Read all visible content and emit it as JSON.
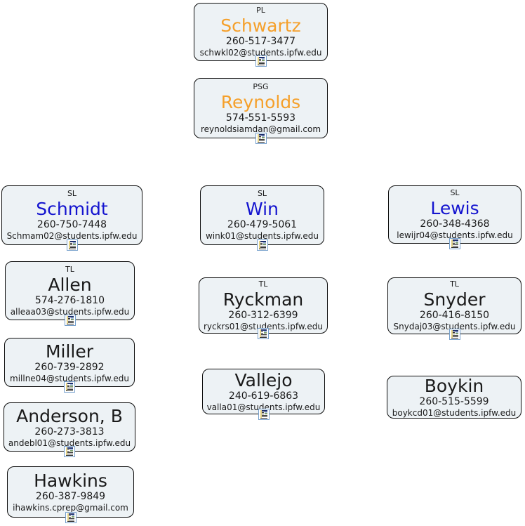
{
  "app": {
    "description_label": "Organization chart of contact cards"
  },
  "colors": {
    "card_bg": "#edf2f5",
    "card_border": "#0d0d0d",
    "orange": "#f5a02b",
    "blue": "#1414cf",
    "black": "#1a1a1a",
    "notes_icon_border": "#76a0cc"
  },
  "icons": {
    "notes_icon_name": "notes-icon"
  },
  "cards": [
    {
      "id": "schwartz",
      "role": "PL",
      "name": "Schwartz",
      "name_color": "orange",
      "phone": "260-517-3477",
      "email": "schwkl02@students.ipfw.edu",
      "notes_icon": true
    },
    {
      "id": "reynolds",
      "role": "PSG",
      "name": "Reynolds",
      "name_color": "orange",
      "phone": "574-551-5593",
      "email": "reynoldsiamdan@gmail.com",
      "notes_icon": true
    },
    {
      "id": "schmidt",
      "role": "SL",
      "name": "Schmidt",
      "name_color": "blue",
      "phone": "260-750-7448",
      "email": "Schmam02@students.ipfw.edu",
      "notes_icon": true
    },
    {
      "id": "win",
      "role": "SL",
      "name": "Win",
      "name_color": "blue",
      "phone": "260-479-5061",
      "email": "wink01@students.ipfw.edu",
      "notes_icon": true
    },
    {
      "id": "lewis",
      "role": "SL",
      "name": "Lewis",
      "name_color": "blue",
      "phone": "260-348-4368",
      "email": "lewijr04@students.ipfw.edu",
      "notes_icon": true
    },
    {
      "id": "allen",
      "role": "TL",
      "name": "Allen",
      "name_color": "black",
      "phone": "574-276-1810",
      "email": "alleaa03@students.ipfw.edu",
      "notes_icon": true
    },
    {
      "id": "ryckman",
      "role": "TL",
      "name": "Ryckman",
      "name_color": "black",
      "phone": "260-312-6399",
      "email": "ryckrs01@students.ipfw.edu",
      "notes_icon": true
    },
    {
      "id": "snyder",
      "role": "TL",
      "name": "Snyder",
      "name_color": "black",
      "phone": "260-416-8150",
      "email": "Snydaj03@students.ipfw.edu",
      "notes_icon": true
    },
    {
      "id": "miller",
      "role": "",
      "name": "Miller",
      "name_color": "black",
      "phone": "260-739-2892",
      "email": "millne04@students.ipfw.edu",
      "notes_icon": true
    },
    {
      "id": "vallejo",
      "role": "",
      "name": "Vallejo",
      "name_color": "black",
      "phone": "240-619-6863",
      "email": "valla01@students.ipfw.edu",
      "notes_icon": true
    },
    {
      "id": "boykin",
      "role": "",
      "name": "Boykin",
      "name_color": "black",
      "phone": "260-515-5599",
      "email": "boykcd01@students.ipfw.edu",
      "notes_icon": false
    },
    {
      "id": "anderson",
      "role": "",
      "name": "Anderson, B",
      "name_color": "black",
      "phone": "260-273-3813",
      "email": "andebl01@students.ipfw.edu",
      "notes_icon": true
    },
    {
      "id": "hawkins",
      "role": "",
      "name": "Hawkins",
      "name_color": "black",
      "phone": "260-387-9849",
      "email": "ihawkins.cprep@gmail.com",
      "notes_icon": true
    }
  ]
}
